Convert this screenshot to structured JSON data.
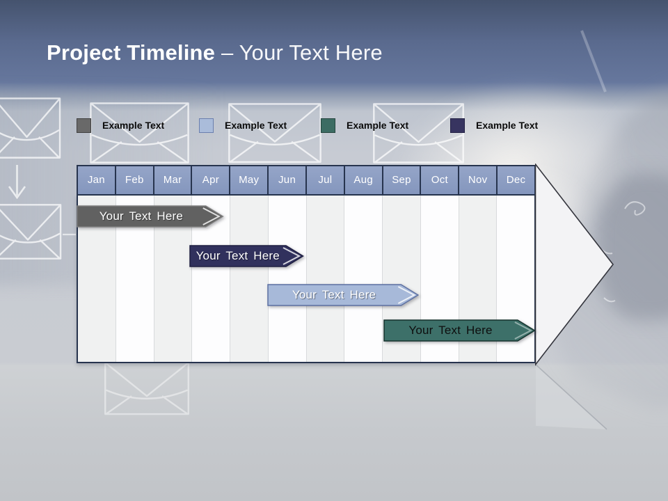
{
  "slide": {
    "title": {
      "bold": "Project Timeline",
      "regular": "– Your Text Here"
    }
  },
  "legend": {
    "items": [
      {
        "label": "Example Text",
        "color": "#696969",
        "border": "#414141"
      },
      {
        "label": "Example Text",
        "color": "#aabcda",
        "border": "#6b7fae"
      },
      {
        "label": "Example Text",
        "color": "#3c6c63",
        "border": "#25453e"
      },
      {
        "label": "Example Text",
        "color": "#373460",
        "border": "#232144"
      }
    ]
  },
  "timeline": {
    "months": [
      "Jan",
      "Feb",
      "Mar",
      "Apr",
      "May",
      "Jun",
      "Jul",
      "Aug",
      "Sep",
      "Oct",
      "Nov",
      "Dec"
    ],
    "header_color": "#8a9cc2",
    "bars": [
      {
        "label": "Your Text Here",
        "fill": "#616161",
        "border": "#7f7f7f",
        "text_style": "light",
        "start_month": 0.0,
        "end_month": 3.85,
        "row": 0
      },
      {
        "label": "Your Text Here",
        "fill": "#31315d",
        "border": "#1f1f42",
        "text_style": "light",
        "start_month": 2.95,
        "end_month": 5.95,
        "row": 1
      },
      {
        "label": "Your Text Here",
        "fill": "#a7b9d9",
        "border": "#5d70a2",
        "text_style": "light",
        "start_month": 4.98,
        "end_month": 8.95,
        "row": 2
      },
      {
        "label": "Your Text Here",
        "fill": "#3d7069",
        "border": "#16332e",
        "text_style": "dark",
        "start_month": 8.02,
        "end_month": 12.0,
        "row": 3
      }
    ]
  },
  "decor": {
    "icons": [
      "envelope-icon",
      "down-arrow-icon",
      "timeline-arrowhead"
    ],
    "colors": {
      "top_gradient_start": "#45536e",
      "top_gradient_end": "#66779d",
      "arrowhead_fill": "#f3f3f5"
    }
  }
}
